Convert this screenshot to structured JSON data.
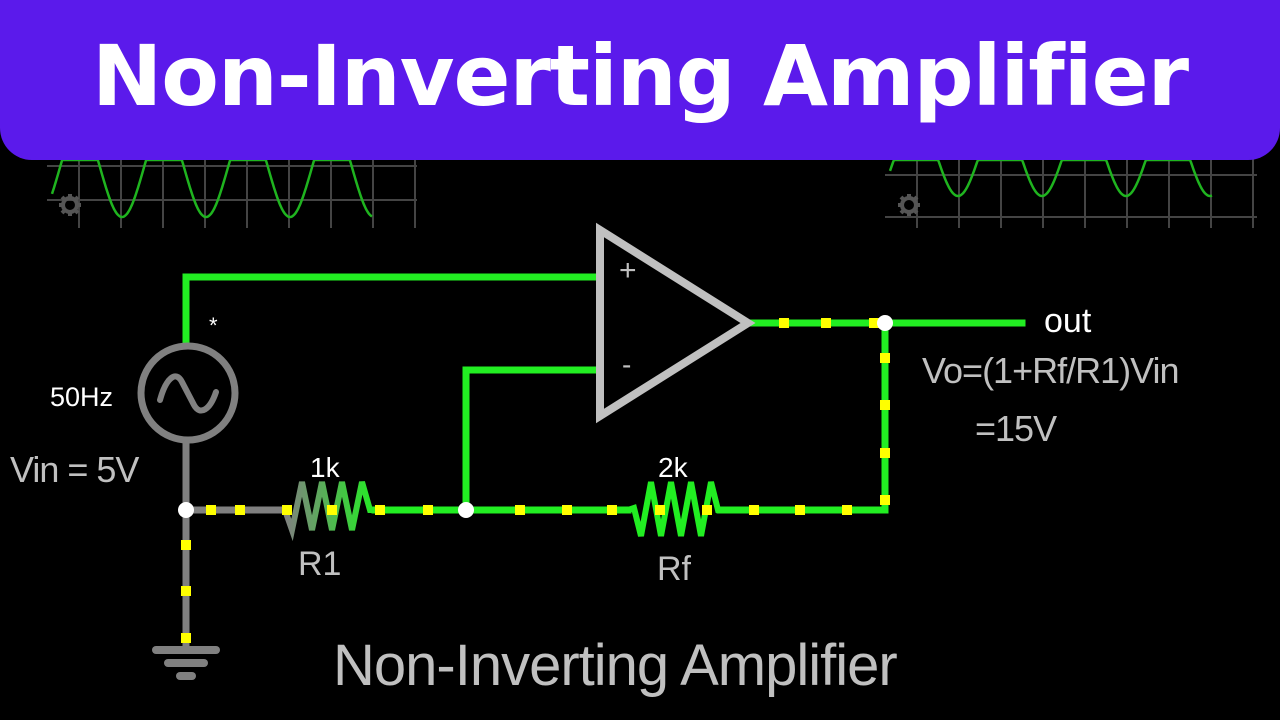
{
  "banner": {
    "title": "Non-Inverting Amplifier"
  },
  "circuit": {
    "source": {
      "frequency_label": "50Hz",
      "voltage_label": "Vin = 5V",
      "marker": "*"
    },
    "r1": {
      "value_label": "1k",
      "name_label": "R1"
    },
    "rf": {
      "value_label": "2k",
      "name_label": "Rf"
    },
    "opamp": {
      "plus_label": "+",
      "minus_label": "-"
    },
    "output": {
      "label": "out",
      "formula": "Vo=(1+Rf/R1)Vin",
      "result": "=15V"
    },
    "footer_title": "Non-Inverting Amplifier"
  },
  "colors": {
    "banner": "#5B1AEB",
    "wire_active": "#22EE22",
    "wire_inactive": "#808080",
    "current_dot": "#FFFF00",
    "component": "#C0C0C0",
    "scope_trace": "#1FB41F",
    "scope_grid": "#444444"
  },
  "scopes": [
    {
      "name": "input-scope",
      "waveform": "sine"
    },
    {
      "name": "output-scope",
      "waveform": "sine"
    }
  ]
}
